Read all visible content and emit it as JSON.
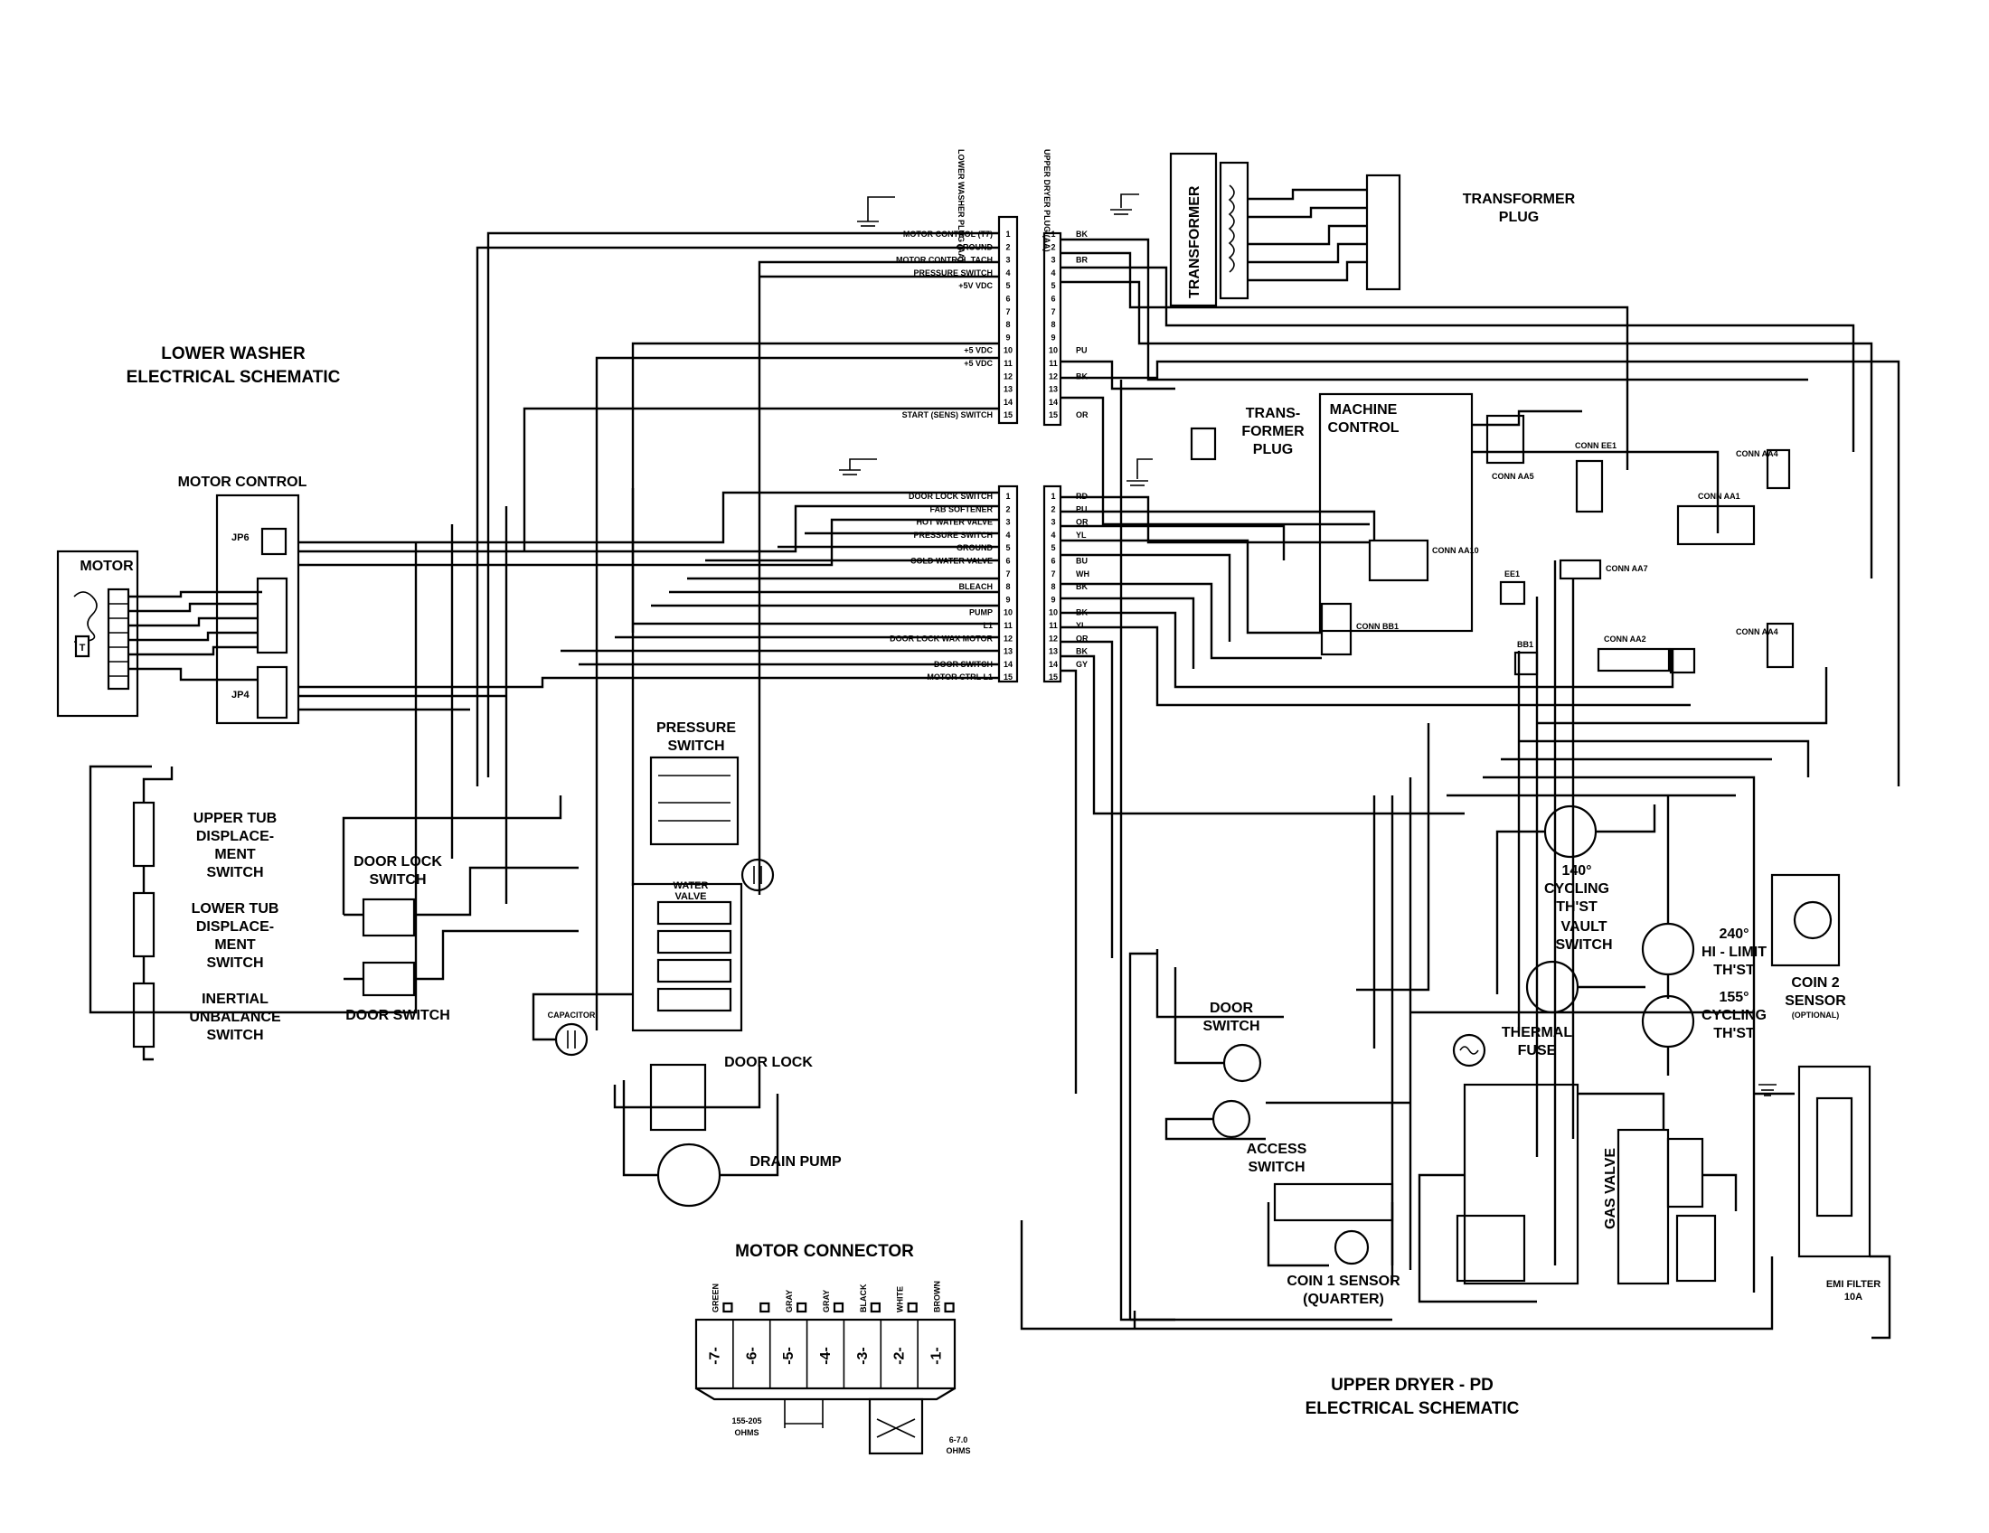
{
  "titles": {
    "lower_line1": "LOWER WASHER",
    "lower_line2": "ELECTRICAL SCHEMATIC",
    "upper_line1": "UPPER DRYER - PD",
    "upper_line2": "ELECTRICAL SCHEMATIC"
  },
  "components": {
    "motor": "MOTOR",
    "motor_control": "MOTOR CONTROL",
    "jp6": "JP6",
    "jp4": "JP4",
    "pressure_switch_1": "PRESSURE",
    "pressure_switch_2": "SWITCH",
    "upper_tub_1": "UPPER TUB",
    "upper_tub_2": "DISPLACE-",
    "upper_tub_3": "MENT",
    "upper_tub_4": "SWITCH",
    "lower_tub_1": "LOWER TUB",
    "lower_tub_2": "DISPLACE-",
    "lower_tub_3": "MENT",
    "lower_tub_4": "SWITCH",
    "inertial_1": "INERTIAL",
    "inertial_2": "UNBALANCE",
    "inertial_3": "SWITCH",
    "door_lock_switch_1": "DOOR LOCK",
    "door_lock_switch_2": "SWITCH",
    "door_switch_lower": "DOOR SWITCH",
    "door_lock_wax_motor": "DOOR LOCK",
    "drain_pump": "DRAIN PUMP",
    "water_valve_1": "WATER",
    "water_valve_2": "VALVE",
    "capacitor": "CAPACITOR",
    "transformer": "TRANSFORMER",
    "transformer_plug_1": "TRANSFORMER",
    "transformer_plug_2": "PLUG",
    "trans_former_plug_1": "TRANS-",
    "trans_former_plug_2": "FORMER",
    "trans_former_plug_3": "PLUG",
    "machine_control_1": "MACHINE",
    "machine_control_2": "CONTROL",
    "cycling_140_1": "140°",
    "cycling_140_2": "CYCLING",
    "cycling_140_3": "TH'ST",
    "vault_switch_1": "VAULT",
    "vault_switch_2": "SWITCH",
    "hi_limit_1": "240°",
    "hi_limit_2": "HI - LIMIT",
    "hi_limit_3": "TH'ST",
    "cycling_155_1": "155°",
    "cycling_155_2": "CYCLING",
    "cycling_155_3": "TH'ST",
    "thermal_fuse_1": "THERMAL",
    "thermal_fuse_2": "FUSE",
    "door_switch_upper_1": "DOOR",
    "door_switch_upper_2": "SWITCH",
    "access_switch_1": "ACCESS",
    "access_switch_2": "SWITCH",
    "coin1_1": "COIN 1 SENSOR",
    "coin1_2": "(QUARTER)",
    "coin2_1": "COIN 2",
    "coin2_2": "SENSOR",
    "coin2_3": "(OPTIONAL)",
    "gas_valve": "GAS VALVE",
    "emi_filter_1": "EMI FILTER",
    "emi_filter_2": "10A",
    "motor_connector": "MOTOR CONNECTOR"
  },
  "connector_labels": {
    "conn_aa1": "CONN AA1",
    "conn_aa2": "CONN AA2",
    "conn_aa4": "CONN AA4",
    "conn_aa5": "CONN AA5",
    "conn_aa7": "CONN AA7",
    "conn_aa10": "CONN AA10",
    "conn_ee1": "CONN EE1",
    "conn_bb1": "CONN BB1",
    "ee1": "EE1",
    "bb1": "BB1"
  },
  "motor_connector": {
    "pins": [
      "7",
      "6",
      "5",
      "4",
      "3",
      "2",
      "1"
    ],
    "wire_colors": [
      "GREEN",
      "",
      "GRAY",
      "GRAY",
      "BLACK",
      "WHITE",
      "BROWN"
    ],
    "resistance_1_value": "155-205",
    "resistance_1_unit": "OHMS",
    "resistance_2_value": "6-7.0",
    "resistance_2_unit": "OHMS"
  },
  "plugs": {
    "lower_washer_plug": "LOWER WASHER PLUG (AA)",
    "upper_dryer_plug": "UPPER DRYER PLUG (AA)",
    "lower_plug_pins": [
      "1",
      "2",
      "3",
      "4",
      "5",
      "6",
      "7",
      "8",
      "9",
      "10",
      "11",
      "12",
      "13",
      "14",
      "15"
    ],
    "upper_plug_pins": [
      "1",
      "2",
      "3",
      "4",
      "5",
      "6",
      "7",
      "8",
      "9",
      "10",
      "11",
      "12",
      "13",
      "14",
      "15"
    ],
    "upper_row_labels": [
      "MOTOR CONTROL (T7)",
      "GROUND",
      "MOTOR CONTROL TACH",
      "PRESSURE SWITCH",
      "+5V VDC",
      "",
      "",
      "",
      "",
      "+5 VDC",
      "+5 VDC",
      "",
      "",
      "",
      "START (SENS) SWITCH"
    ],
    "lower_row_labels": [
      "DOOR LOCK SWITCH",
      "FAB SOFTENER",
      "HOT WATER VALVE",
      "PRESSURE SWITCH",
      "GROUND",
      "COLD WATER VALVE",
      "",
      "BLEACH",
      "",
      "PUMP",
      "L1",
      "DOOR LOCK WAX MOTOR",
      "",
      "DOOR SWITCH",
      "MOTOR CTRL L1"
    ],
    "upper_wire_codes": [
      "BK",
      "",
      "BR",
      "",
      "",
      "",
      "",
      "",
      "",
      "PU",
      "",
      "BK",
      "",
      "",
      "OR"
    ],
    "lower_wire_codes": [
      "RD",
      "PU",
      "OR",
      "YL",
      "",
      "BU",
      "WH",
      "BK",
      "",
      "BK",
      "YL",
      "OR",
      "BK",
      "GY",
      ""
    ]
  }
}
